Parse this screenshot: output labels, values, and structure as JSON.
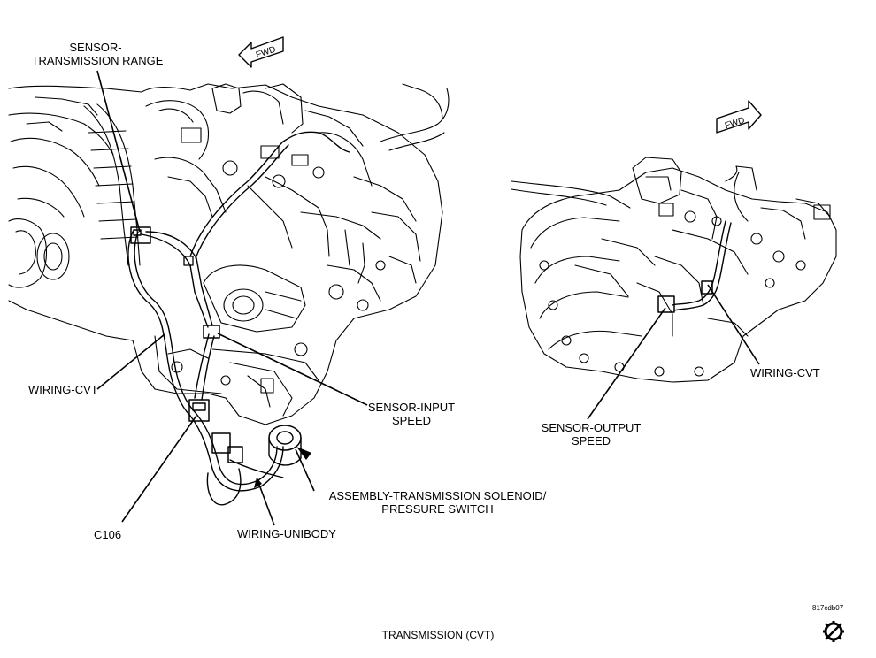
{
  "labels": {
    "sensor_trs_line1": "SENSOR-",
    "sensor_trs_line2": "TRANSMISSION RANGE",
    "wiring_cvt_left": "WIRING-CVT",
    "sensor_input_line1": "SENSOR-INPUT",
    "sensor_input_line2": "SPEED",
    "solenoid_line1": "ASSEMBLY-TRANSMISSION SOLENOID/",
    "solenoid_line2": "PRESSURE SWITCH",
    "c106": "C106",
    "wiring_unibody": "WIRING-UNIBODY",
    "sensor_output_line1": "SENSOR-OUTPUT",
    "sensor_output_line2": "SPEED",
    "wiring_cvt_right": "WIRING-CVT"
  },
  "fwd_arrows": [
    "FWD",
    "FWD"
  ],
  "caption": "TRANSMISSION  (CVT)",
  "figure_id": "817cdb07",
  "icons": {
    "service_icon": "gear-wrench-icon"
  }
}
